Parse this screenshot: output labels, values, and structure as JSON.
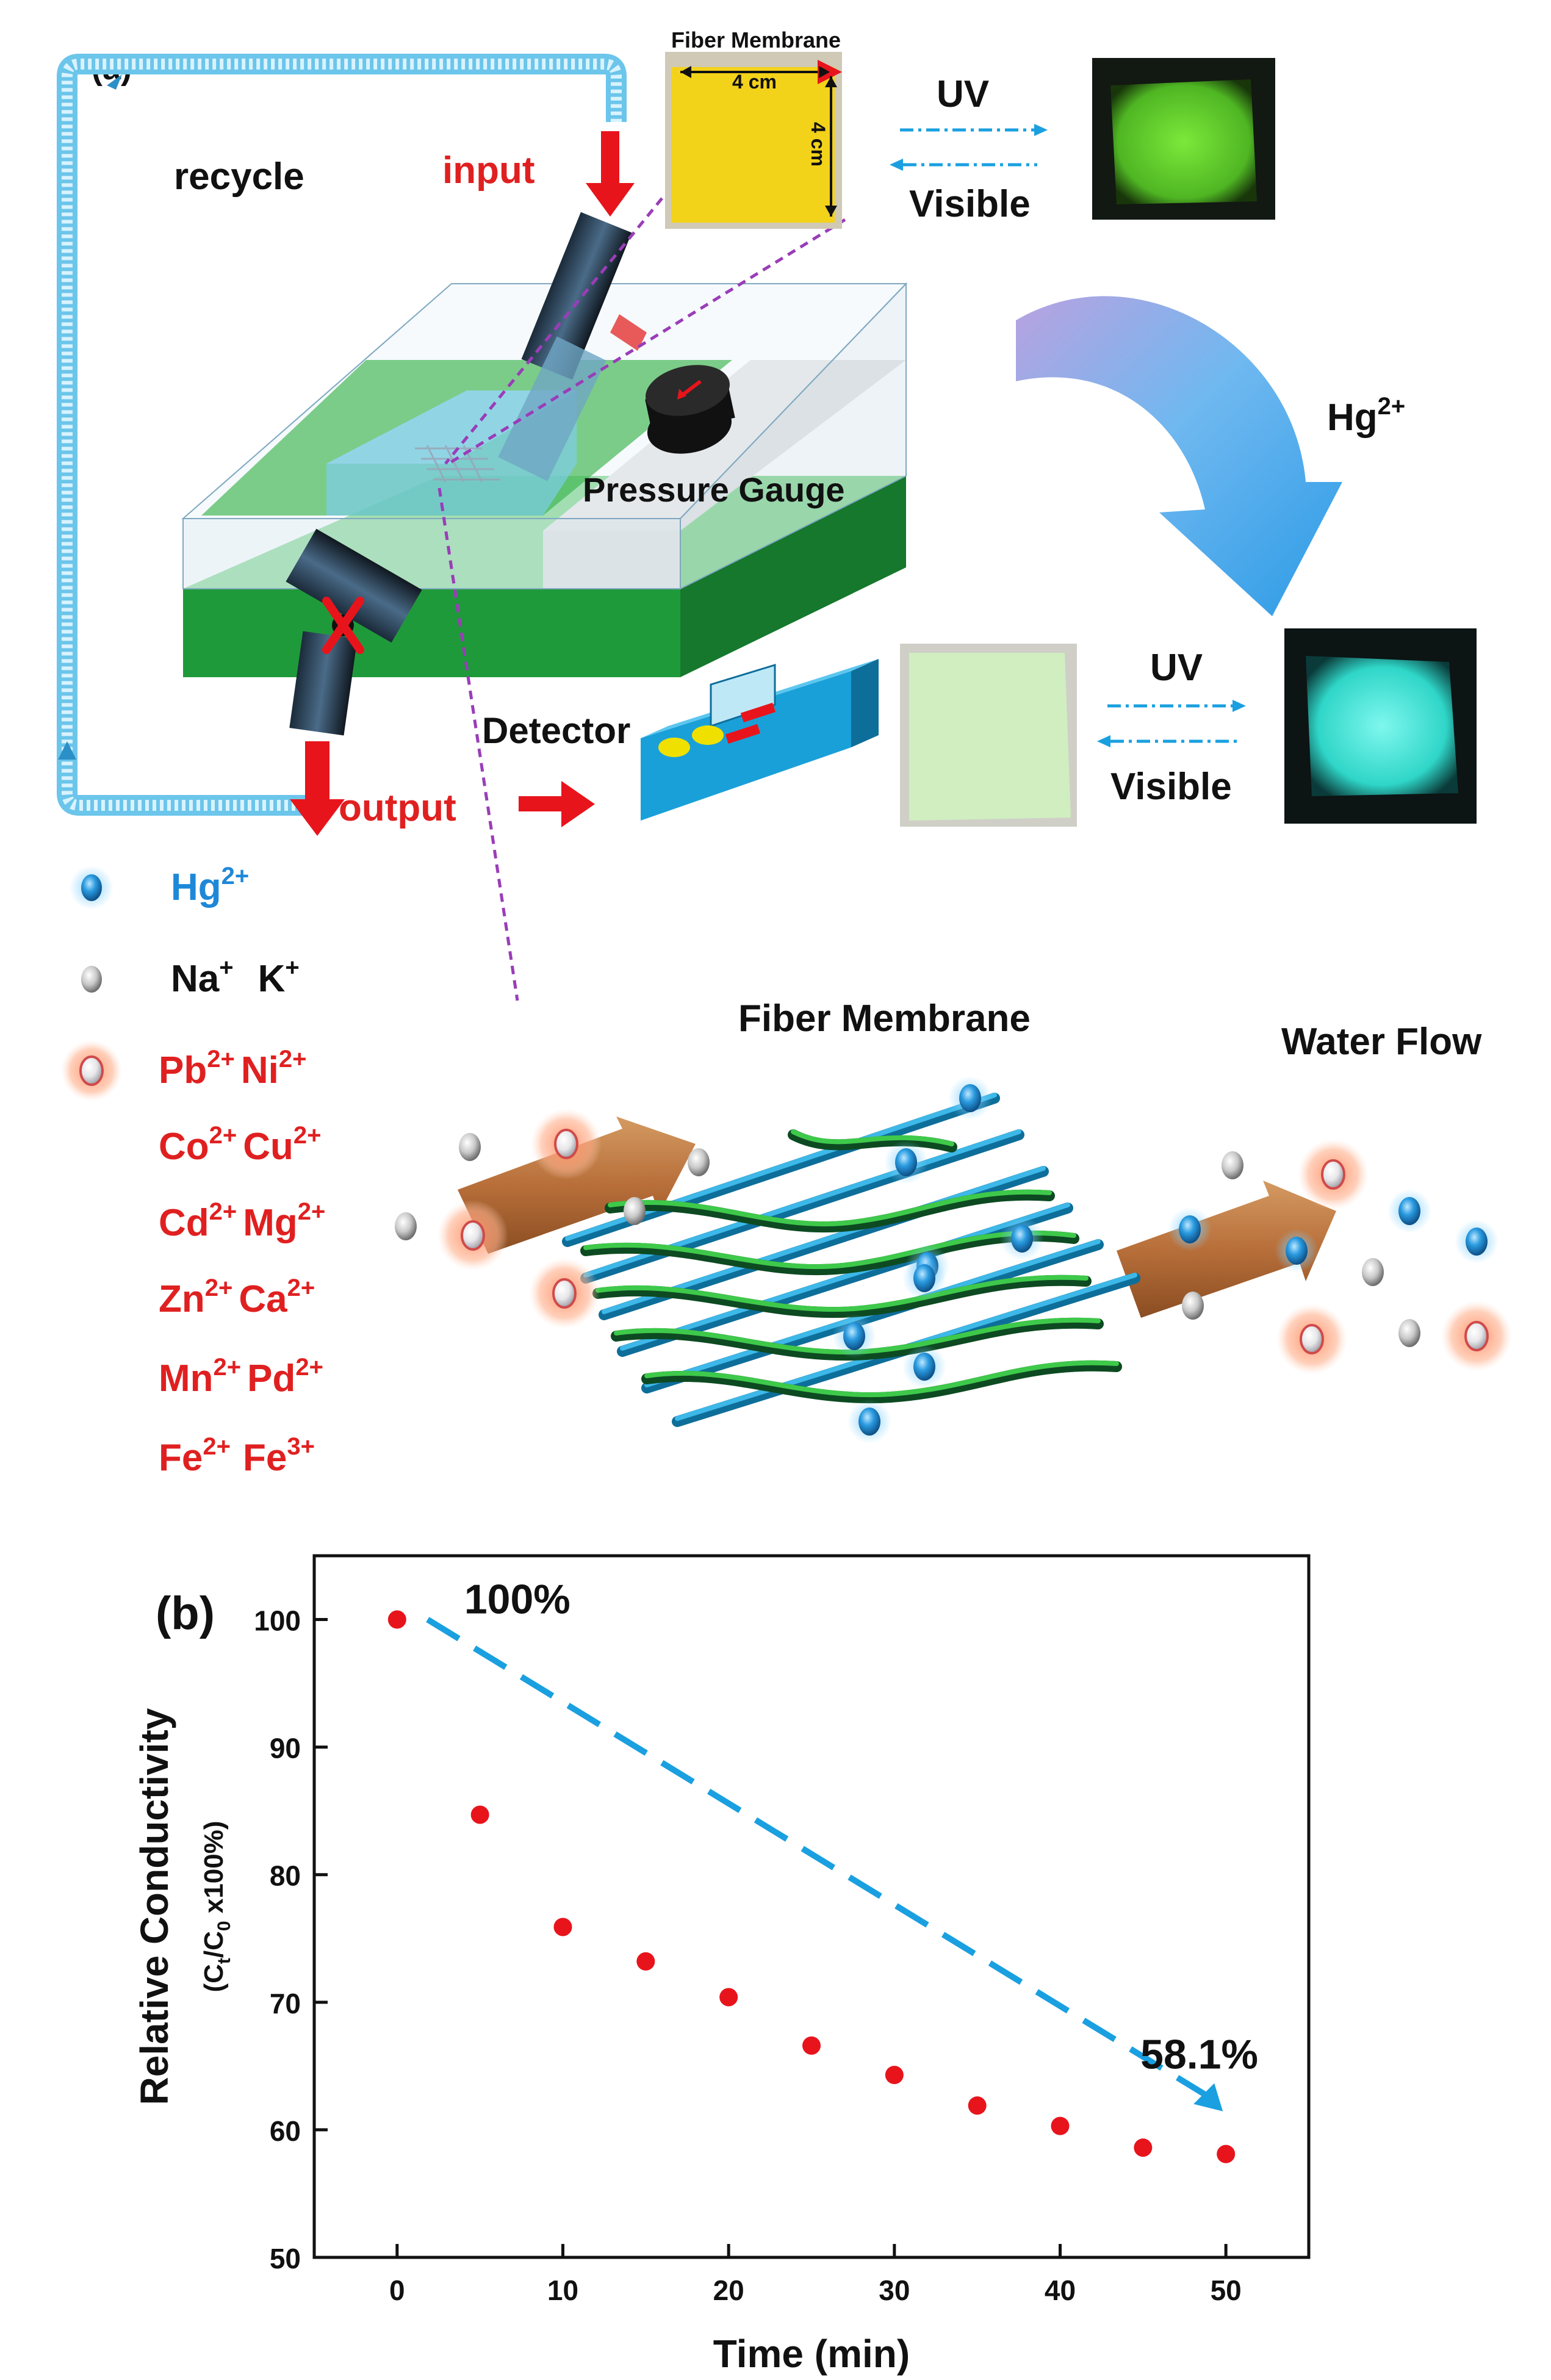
{
  "panel_a": {
    "label": "(a)",
    "recycle": "recycle",
    "input": "input",
    "output": "output",
    "pressure_gauge": "Pressure Gauge",
    "detector": "Detector",
    "fiber_membrane_photo_title": "Fiber Membrane",
    "dim_width": "4 cm",
    "dim_height": "4 cm",
    "uv_top": "UV",
    "visible_top": "Visible",
    "uv_bottom": "UV",
    "visible_bottom": "Visible",
    "hg_arrow_base": "Hg",
    "hg_arrow_sup": "2+",
    "fiber_membrane": "Fiber Membrane",
    "water_flow": "Water Flow",
    "colors": {
      "hg_ion": "#1e88d8",
      "na_k_ion": "#c8c8c8",
      "other_ion": "#ff8a70",
      "membrane_yellow": "#f3d21a",
      "fluor_green": "#5fd12a",
      "fluor_cyan": "#3fe3d6",
      "pipe": "#8ed8f0"
    }
  },
  "legend": {
    "hg": {
      "base": "Hg",
      "sup": "2+"
    },
    "nak": {
      "a_base": "Na",
      "a_sup": "+",
      "b_base": "K",
      "b_sup": "+"
    },
    "others": [
      {
        "a_base": "Pb",
        "a_sup": "2+",
        "b_base": "Ni",
        "b_sup": "2+"
      },
      {
        "a_base": "Co",
        "a_sup": "2+",
        "b_base": "Cu",
        "b_sup": "2+"
      },
      {
        "a_base": "Cd",
        "a_sup": "2+",
        "b_base": "Mg",
        "b_sup": "2+"
      },
      {
        "a_base": "Zn",
        "a_sup": "2+",
        "b_base": "Ca",
        "b_sup": "2+"
      },
      {
        "a_base": "Mn",
        "a_sup": "2+",
        "b_base": "Pd",
        "b_sup": "2+"
      },
      {
        "a_base": "Fe",
        "a_sup": "2+",
        "b_base": "Fe",
        "b_sup": "3+"
      }
    ]
  },
  "panel_b": {
    "label": "(b)",
    "annotation_start": "100%",
    "annotation_end": "58.1%"
  },
  "chart_data": {
    "type": "scatter",
    "xlabel": "Time (min)",
    "ylabel": "Relative Conductivity",
    "ylabel2_parts": [
      "(C",
      "t",
      "/C",
      "0",
      " x100%)"
    ],
    "xlim": [
      -5,
      55
    ],
    "ylim": [
      50,
      105
    ],
    "xticks": [
      0,
      10,
      20,
      30,
      40,
      50
    ],
    "yticks": [
      50,
      60,
      70,
      80,
      90,
      100
    ],
    "series": [
      {
        "x": [
          0,
          5,
          10,
          15,
          20,
          25,
          30,
          35,
          40,
          45,
          50
        ],
        "y": [
          100,
          84.7,
          75.9,
          73.2,
          70.4,
          66.6,
          64.3,
          61.9,
          60.3,
          58.6,
          58.1
        ],
        "color": "#e8141c"
      }
    ],
    "trend_color": "#1aa0e0"
  }
}
